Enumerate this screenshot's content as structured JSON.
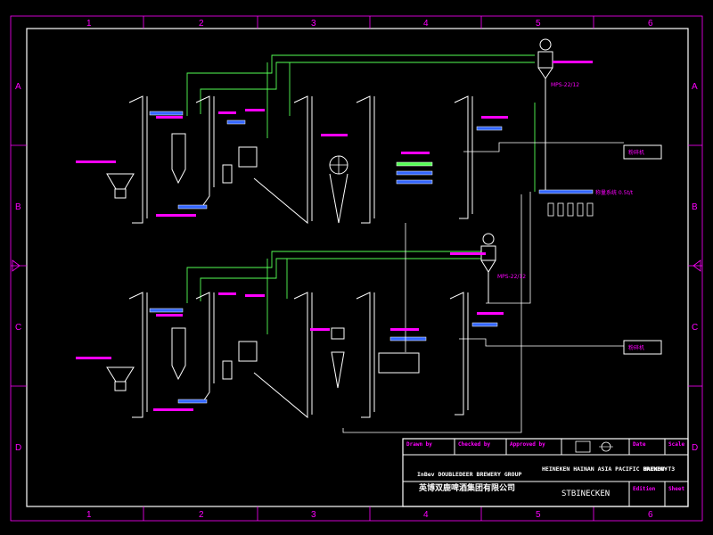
{
  "ruler": {
    "cols": [
      "1",
      "2",
      "3",
      "4",
      "5",
      "6"
    ],
    "rows": [
      "A",
      "B",
      "C",
      "D"
    ]
  },
  "labels": {
    "top_mid": "MPS-22/12",
    "bot_mid": "MPS-22/12",
    "top_right_box": "粉碎机",
    "bot_right_box": "粉碎机",
    "top_weigh": "称量系统 0.5t/t"
  },
  "title_block": {
    "designed_by": "Drawn by",
    "checked_by": "Checked by",
    "approved_by": "Approved by",
    "date": "Date",
    "scale": "Scale",
    "company_en": "InBev DOUBLEDEER BREWERY GROUP",
    "company_cn": "英博双鹿啤酒集团有限公司",
    "project": "HEINEKEN HAINAN ASIA PACIFIC BREWERY",
    "drawing_no": "HAIKOU-T3",
    "title": "STBINECKEN",
    "edition": "Edition",
    "sheet": "Sheet"
  }
}
